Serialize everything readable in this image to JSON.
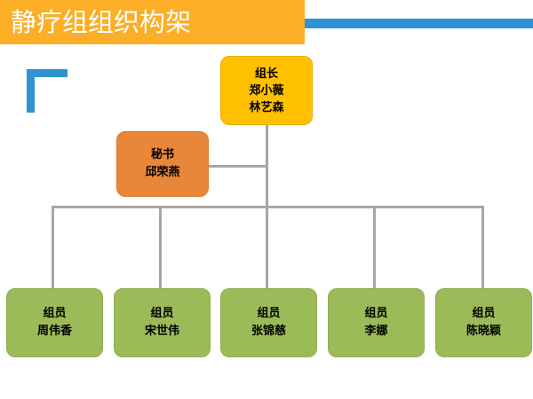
{
  "header": {
    "title": "静疗组组织构架",
    "banner_color": "#fbae26",
    "accent_bar_color": "#2f93d1",
    "title_color": "#ffffff"
  },
  "decoration": {
    "corner_bracket_color": "#2f93d1",
    "corner_bracket_name": "corner-bracket-decoration"
  },
  "chart": {
    "connector_color": "#a6a6a6",
    "leader": {
      "role": "组长",
      "names": [
        "郑小薇",
        "林艺森"
      ],
      "color": "#ffc000"
    },
    "secretary": {
      "role": "秘书",
      "names": [
        "邱荣燕"
      ],
      "color": "#e8873a"
    },
    "members_color": "#9bbb59",
    "members": [
      {
        "role": "组员",
        "name": "周伟香"
      },
      {
        "role": "组员",
        "name": "宋世伟"
      },
      {
        "role": "组员",
        "name": "张锦慈"
      },
      {
        "role": "组员",
        "name": "李娜"
      },
      {
        "role": "组员",
        "name": "陈晓颖"
      }
    ]
  }
}
